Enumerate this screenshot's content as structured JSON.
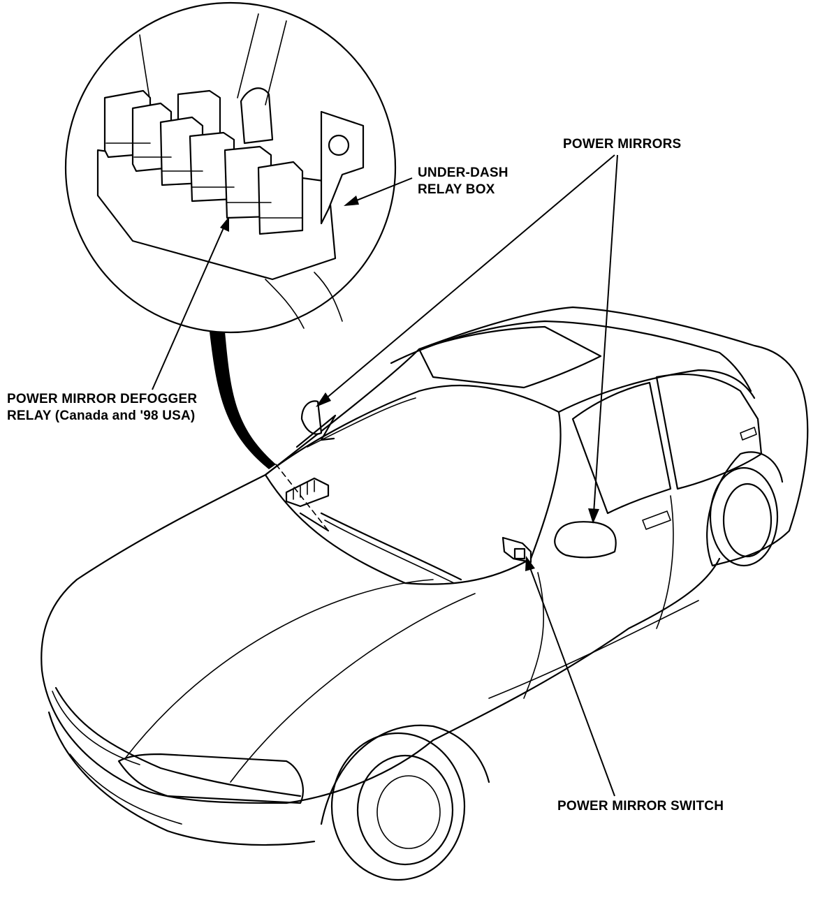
{
  "labels": {
    "power_mirrors": "POWER MIRRORS",
    "under_dash_line1": "UNDER-DASH",
    "under_dash_line2": "RELAY BOX",
    "defogger_line1": "POWER MIRROR DEFOGGER",
    "defogger_line2": "RELAY (Canada and '98 USA)",
    "switch": "POWER MIRROR SWITCH"
  },
  "colors": {
    "line": "#000000",
    "background": "#ffffff"
  }
}
